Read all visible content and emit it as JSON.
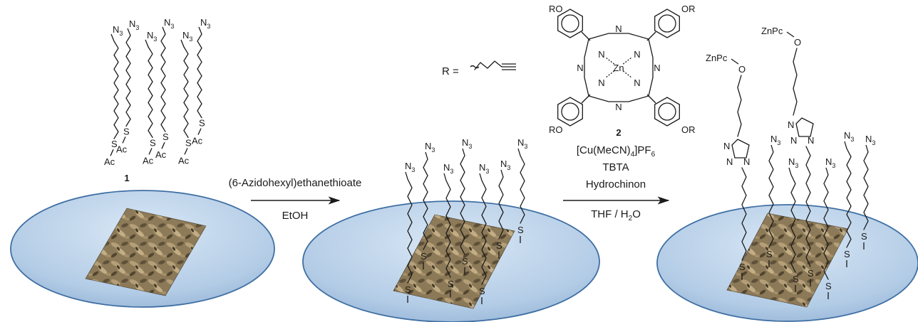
{
  "labels": {
    "azide": "N",
    "azide_sub": "3",
    "sulfur": "S",
    "acetyl": "Ac",
    "zinc": "Zn",
    "nitrogen": "N",
    "alkoxy": "RO",
    "alkoxy_right": "OR",
    "r_equals": "R =",
    "znpc": "ZnPc",
    "oxygen": "O"
  },
  "compounds": {
    "thioate_number": "1",
    "phthalocyanine_number": "2"
  },
  "step1": {
    "reagent": "(6-Azidohexyl)ethanethioate",
    "solvent": "EtOH"
  },
  "step2": {
    "catalyst_main": "[Cu(MeCN)",
    "catalyst_sub1": "4",
    "catalyst_mid": "]PF",
    "catalyst_sub2": "6",
    "ligand": "TBTA",
    "reductant": "Hydrochinon",
    "solvent_main": "THF / H",
    "solvent_sub": "2",
    "solvent_end": "O"
  },
  "colors": {
    "surface_fill": "#bcd3ea",
    "surface_edge": "#3f6fa3",
    "substrate_light": "#a69068",
    "substrate_dark": "#4f4128"
  }
}
